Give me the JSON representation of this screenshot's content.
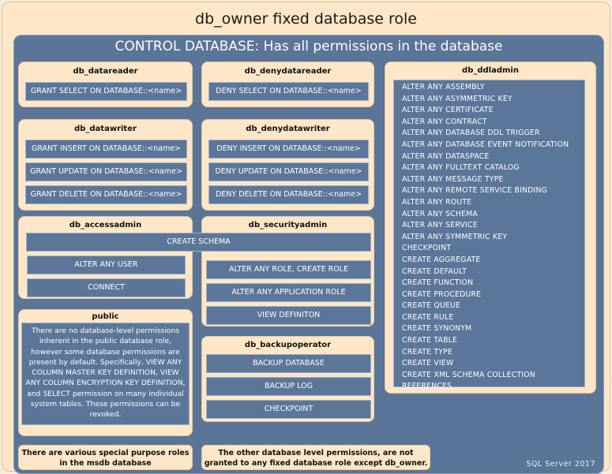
{
  "title": "db_owner fixed database role",
  "control_title": "CONTROL DATABASE: Has all permissions in the database",
  "db_datareader": {
    "title": "db_datareader",
    "perms": [
      "GRANT SELECT ON DATABASE::<name>"
    ]
  },
  "db_denydatareader": {
    "title": "db_denydatareader",
    "perms": [
      "DENY SELECT ON DATABASE::<name>"
    ]
  },
  "db_datawriter": {
    "title": "db_datawriter",
    "perms": [
      "GRANT INSERT  ON DATABASE::<name>",
      "GRANT UPDATE  ON DATABASE::<name>",
      "GRANT DELETE  ON DATABASE::<name>"
    ]
  },
  "db_denydatawriter": {
    "title": "db_denydatawriter",
    "perms": [
      "DENY INSERT  ON DATABASE::<name>",
      "DENY UPDATE  ON DATABASE::<name>",
      "DENY DELETE  ON DATABASE::<name>"
    ]
  },
  "db_accessadmin": {
    "title": "db_accessadmin",
    "perms": [
      "ALTER ANY USER",
      "CONNECT"
    ]
  },
  "shared_perm": "CREATE SCHEMA",
  "db_securityadmin": {
    "title": "db_securityadmin",
    "perms": [
      "ALTER ANY ROLE, CREATE ROLE",
      "ALTER ANY APPLICATION ROLE",
      "VIEW DEFINITON"
    ]
  },
  "public": {
    "title": "public",
    "text": "There are no database-level permissions inherent in the public database role, however some database permissions are present by default. Specifically, VIEW ANY COLUMN MASTER KEY DEFINITION, VIEW ANY COLUMN ENCRYPTION KEY DEFINITION, and SELECT permission on many individual system tables. These permissions can be revoked."
  },
  "db_backupoperator": {
    "title": "db_backupoperator",
    "perms": [
      "BACKUP DATABASE",
      "BACKUP LOG",
      "CHECKPOINT"
    ]
  },
  "db_ddladmin": {
    "title": "db_ddladmin",
    "perms": [
      "ALTER ANY ASSEMBLY",
      "ALTER ANY ASYMMETRIC  KEY",
      "ALTER ANY CERTIFICATE",
      "ALTER ANY CONTRACT",
      "ALTER ANY DATABASE DDL TRIGGER",
      "ALTER ANY DATABASE EVENT NOTIFICATION",
      "ALTER ANY DATASPACE",
      "ALTER ANY FULLTEXT CATALOG",
      "ALTER ANY MESSAGE  TYPE",
      "ALTER ANY REMOTE  SERVICE BINDING",
      "ALTER ANY ROUTE",
      "ALTER ANY SCHEMA",
      "ALTER ANY SERVICE",
      "ALTER ANY SYMMETRIC  KEY",
      "CHECKPOINT",
      "CREATE  AGGREGATE",
      "CREATE  DEFAULT",
      "CREATE  FUNCTION",
      "CREATE  PROCEDURE",
      "CREATE  QUEUE",
      "CREATE  RULE",
      "CREATE  SYNONYM",
      "CREATE  TABLE",
      "CREATE  TYPE",
      "CREATE  VIEW",
      "CREATE  XML  SCHEMA  COLLECTION",
      "REFERENCES"
    ]
  },
  "note_left": "There are various special purpose roles in the msdb database",
  "note_right": "The other database level permissions, are not granted to any fixed database  role except db_owner.",
  "footer": "SQL Server 2017"
}
